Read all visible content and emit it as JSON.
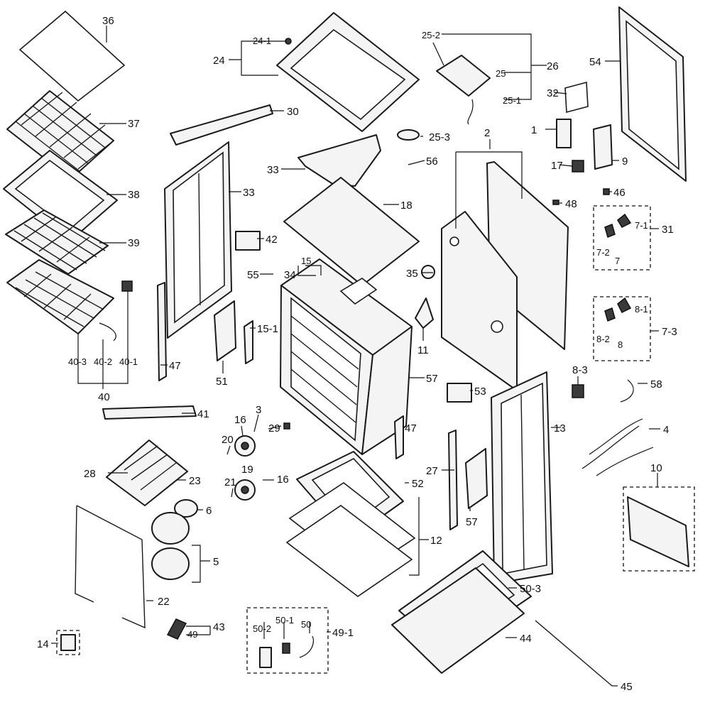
{
  "labels": [
    {
      "key": "l36",
      "text": "36"
    },
    {
      "key": "l37",
      "text": "37"
    },
    {
      "key": "l38",
      "text": "38"
    },
    {
      "key": "l39",
      "text": "39"
    },
    {
      "key": "l40",
      "text": "40"
    },
    {
      "key": "l40_1",
      "text": "40-1"
    },
    {
      "key": "l40_2",
      "text": "40-2"
    },
    {
      "key": "l40_3",
      "text": "40-3"
    },
    {
      "key": "l41",
      "text": "41"
    },
    {
      "key": "l24",
      "text": "24"
    },
    {
      "key": "l24_1",
      "text": "24-1"
    },
    {
      "key": "l30",
      "text": "30"
    },
    {
      "key": "l33a",
      "text": "33"
    },
    {
      "key": "l33b",
      "text": "33"
    },
    {
      "key": "l18",
      "text": "18"
    },
    {
      "key": "l42",
      "text": "42"
    },
    {
      "key": "l55",
      "text": "55"
    },
    {
      "key": "l34",
      "text": "34"
    },
    {
      "key": "l15",
      "text": "15"
    },
    {
      "key": "l15_1",
      "text": "15-1"
    },
    {
      "key": "l47a",
      "text": "47"
    },
    {
      "key": "l47b",
      "text": "47"
    },
    {
      "key": "l51",
      "text": "51"
    },
    {
      "key": "l57a",
      "text": "57"
    },
    {
      "key": "l57b",
      "text": "57"
    },
    {
      "key": "l26",
      "text": "26"
    },
    {
      "key": "l25",
      "text": "25"
    },
    {
      "key": "l25_1",
      "text": "25-1"
    },
    {
      "key": "l25_2",
      "text": "25-2"
    },
    {
      "key": "l25_3",
      "text": "25-3"
    },
    {
      "key": "l56",
      "text": "56"
    },
    {
      "key": "l2",
      "text": "2"
    },
    {
      "key": "l35",
      "text": "35"
    },
    {
      "key": "l11",
      "text": "11"
    },
    {
      "key": "l53",
      "text": "53"
    },
    {
      "key": "l54",
      "text": "54"
    },
    {
      "key": "l32",
      "text": "32"
    },
    {
      "key": "l1",
      "text": "1"
    },
    {
      "key": "l17",
      "text": "17"
    },
    {
      "key": "l9",
      "text": "9"
    },
    {
      "key": "l46",
      "text": "46"
    },
    {
      "key": "l48",
      "text": "48"
    },
    {
      "key": "l31",
      "text": "31"
    },
    {
      "key": "l7",
      "text": "7"
    },
    {
      "key": "l7_1",
      "text": "7-1"
    },
    {
      "key": "l7_2",
      "text": "7-2"
    },
    {
      "key": "l7_3",
      "text": "7-3"
    },
    {
      "key": "l8",
      "text": "8"
    },
    {
      "key": "l8_1",
      "text": "8-1"
    },
    {
      "key": "l8_2",
      "text": "8-2"
    },
    {
      "key": "l8_3",
      "text": "8-3"
    },
    {
      "key": "l58",
      "text": "58"
    },
    {
      "key": "l4",
      "text": "4"
    },
    {
      "key": "l10",
      "text": "10"
    },
    {
      "key": "l27",
      "text": "27"
    },
    {
      "key": "l52",
      "text": "52"
    },
    {
      "key": "l12",
      "text": "12"
    },
    {
      "key": "l29",
      "text": "29"
    },
    {
      "key": "l3",
      "text": "3"
    },
    {
      "key": "l16a",
      "text": "16"
    },
    {
      "key": "l16b",
      "text": "16"
    },
    {
      "key": "l20",
      "text": "20"
    },
    {
      "key": "l19",
      "text": "19"
    },
    {
      "key": "l21",
      "text": "21"
    },
    {
      "key": "l28",
      "text": "28"
    },
    {
      "key": "l23",
      "text": "23"
    },
    {
      "key": "l6",
      "text": "6"
    },
    {
      "key": "l5",
      "text": "5"
    },
    {
      "key": "l22",
      "text": "22"
    },
    {
      "key": "l14",
      "text": "14"
    },
    {
      "key": "l43",
      "text": "43"
    },
    {
      "key": "l49",
      "text": "49"
    },
    {
      "key": "l49_1",
      "text": "49-1"
    },
    {
      "key": "l50",
      "text": "50"
    },
    {
      "key": "l50_1",
      "text": "50-1"
    },
    {
      "key": "l50_2",
      "text": "50-2"
    },
    {
      "key": "l50_3",
      "text": "50-3"
    },
    {
      "key": "l44",
      "text": "44"
    },
    {
      "key": "l45",
      "text": "45"
    },
    {
      "key": "l13",
      "text": "13"
    }
  ]
}
